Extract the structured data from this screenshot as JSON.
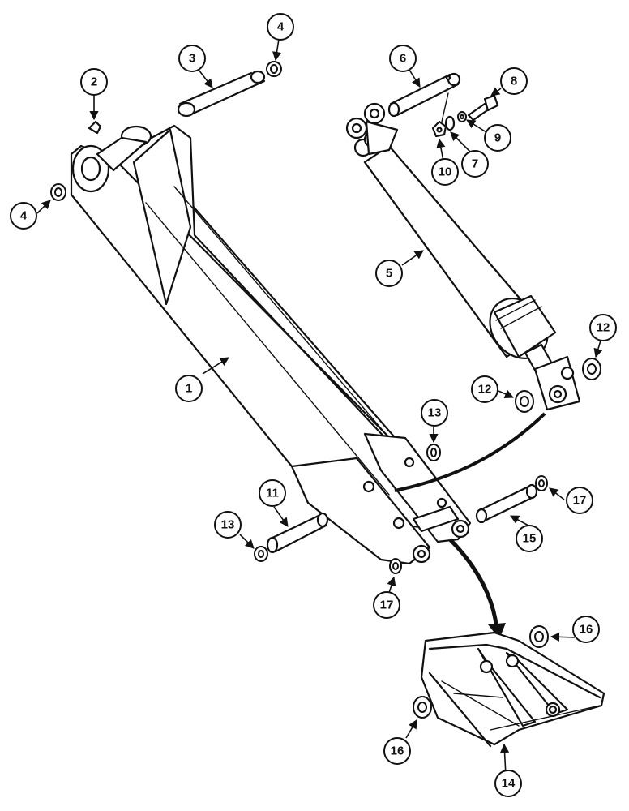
{
  "callouts": [
    {
      "id": "1",
      "label": "1"
    },
    {
      "id": "2",
      "label": "2"
    },
    {
      "id": "3",
      "label": "3"
    },
    {
      "id": "4a",
      "label": "4"
    },
    {
      "id": "4b",
      "label": "4"
    },
    {
      "id": "5",
      "label": "5"
    },
    {
      "id": "6",
      "label": "6"
    },
    {
      "id": "7",
      "label": "7"
    },
    {
      "id": "8",
      "label": "8"
    },
    {
      "id": "9",
      "label": "9"
    },
    {
      "id": "10",
      "label": "10"
    },
    {
      "id": "11",
      "label": "11"
    },
    {
      "id": "12a",
      "label": "12"
    },
    {
      "id": "12b",
      "label": "12"
    },
    {
      "id": "13a",
      "label": "13"
    },
    {
      "id": "13b",
      "label": "13"
    },
    {
      "id": "14",
      "label": "14"
    },
    {
      "id": "15",
      "label": "15"
    },
    {
      "id": "16a",
      "label": "16"
    },
    {
      "id": "16b",
      "label": "16"
    },
    {
      "id": "17a",
      "label": "17"
    },
    {
      "id": "17b",
      "label": "17"
    }
  ]
}
